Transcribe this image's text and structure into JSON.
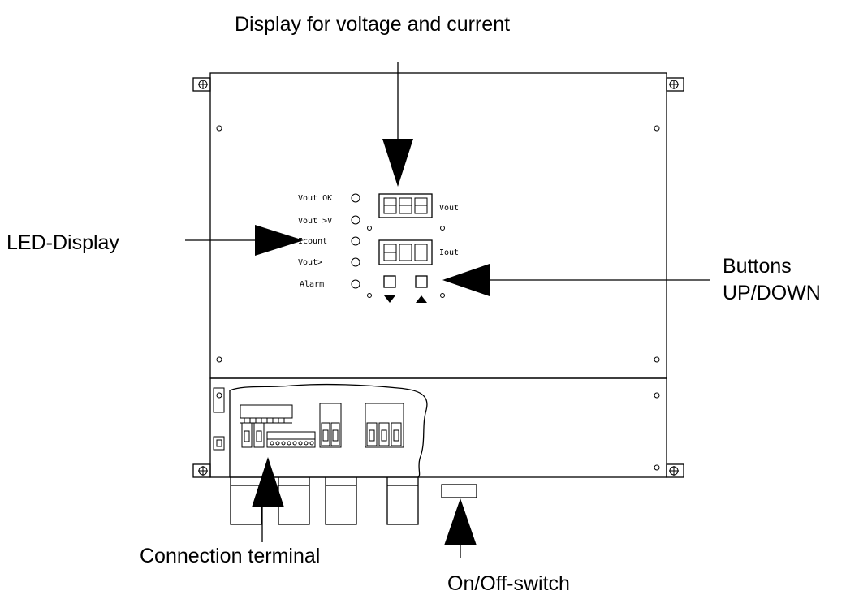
{
  "callouts": {
    "display": "Display for voltage and current",
    "led_display": "LED-Display",
    "buttons_line1": "Buttons",
    "buttons_line2": "UP/DOWN",
    "connection_terminal": "Connection terminal",
    "on_off_switch": "On/Off-switch"
  },
  "panel_labels": {
    "vout_ok": "Vout OK",
    "vout_gt_v": "Vout >V",
    "icount": "Icount",
    "vout_gt": "Vout>",
    "alarm": "Alarm",
    "vout_display": "Vout",
    "iout_display": "Iout"
  },
  "icons": {
    "arrow": "filled-triangle-arrow",
    "mount": "mounting-bracket-icon",
    "led": "led-indicator-icon",
    "button": "push-button-icon"
  }
}
